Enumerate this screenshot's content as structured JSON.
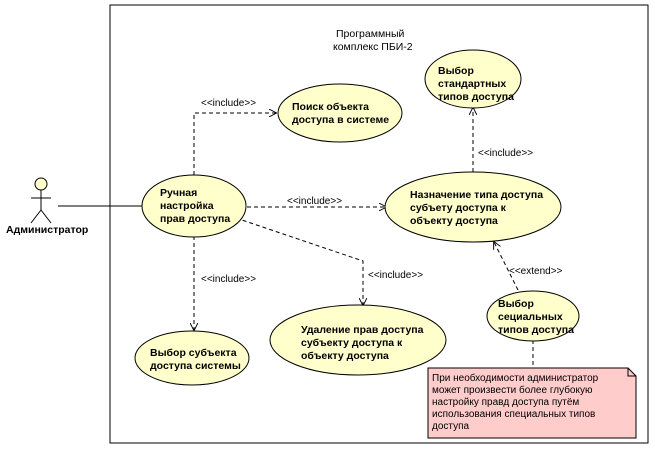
{
  "system": {
    "title_lines": [
      "Программный",
      "комплекс ПБИ-2"
    ]
  },
  "actor": {
    "label": "Администратор"
  },
  "use_cases": {
    "manual": [
      "Ручная",
      "настройка",
      "прав доступа"
    ],
    "search": [
      "Поиск объекта",
      "доступа в системе"
    ],
    "standard_types": [
      "Выбор",
      "стандартных",
      "типов доступа"
    ],
    "assign_type": [
      "Назначение типа доступа",
      "субъету доступа к",
      "объекту доступа"
    ],
    "delete_rights": [
      "Удаление прав доступа",
      "субъекту доступа к",
      "объекту доступа"
    ],
    "select_subject": [
      "Выбор субъекта",
      "доступа системы"
    ],
    "special_types": [
      "Выбор",
      "сециальных",
      "типов доступа"
    ]
  },
  "relations": {
    "include": "<<include>>",
    "extend": "<<extend>>"
  },
  "note": {
    "lines": [
      "При необходимости администратор",
      "может произвести более глубокую",
      "настройку правд доступа путём",
      "использования специальных типов",
      "доступа"
    ]
  },
  "colors": {
    "use_case_fill": "#ffffcc",
    "note_fill": "#ffcccc",
    "stroke": "#000000"
  }
}
